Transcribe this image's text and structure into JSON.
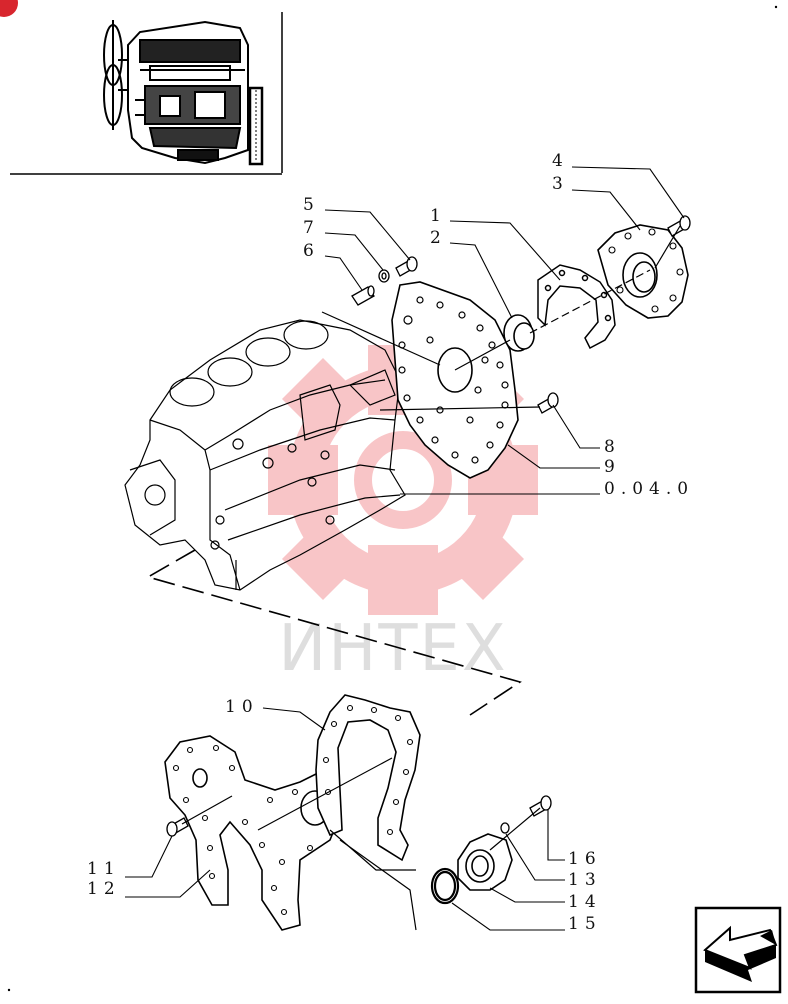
{
  "callouts": {
    "c1": "1",
    "c2": "2",
    "c3": "3",
    "c4": "4",
    "c5": "5",
    "c6": "6",
    "c7": "7",
    "c8": "8",
    "c9": "9",
    "c10": "10",
    "c11": "11",
    "c12": "12",
    "c13": "13",
    "c14": "14",
    "c15": "15",
    "c16": "16"
  },
  "reference": "0.04.0",
  "watermark": {
    "text": "ИНТЕХ",
    "color": "#e8333a"
  },
  "nav": {
    "icon": "prev-page-arrow-icon"
  }
}
